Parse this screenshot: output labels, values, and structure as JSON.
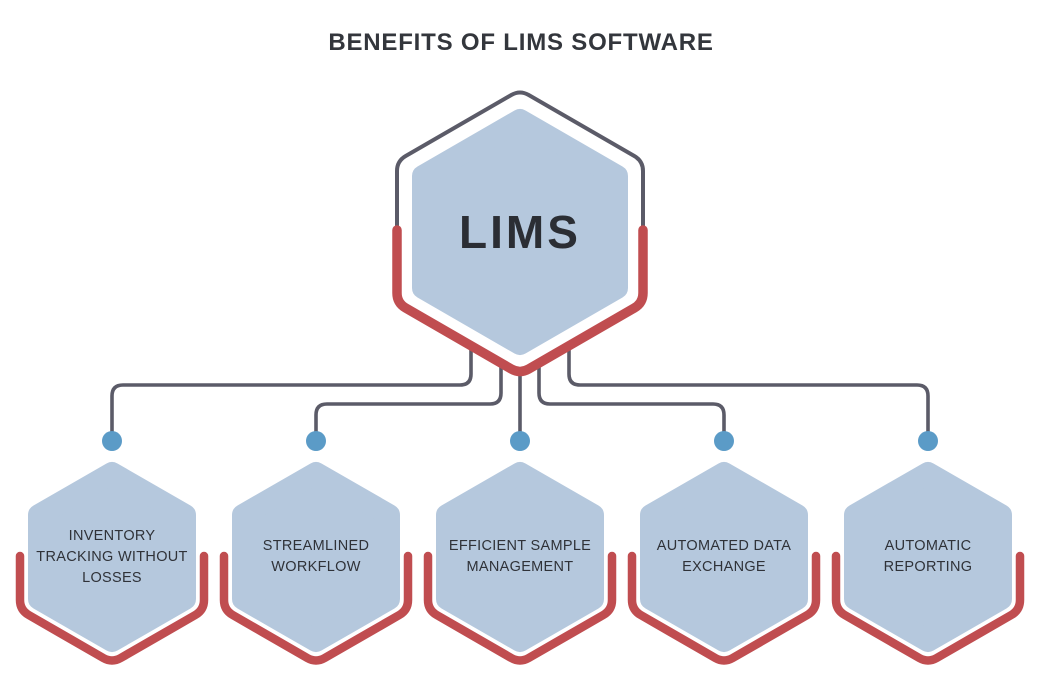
{
  "title": "BENEFITS OF LIMS SOFTWARE",
  "center_hexagon": {
    "label": "LIMS"
  },
  "benefits": [
    {
      "label": "INVENTORY TRACKING WITHOUT LOSSES"
    },
    {
      "label": "STREAMLINED WORKFLOW"
    },
    {
      "label": "EFFICIENT SAMPLE MANAGEMENT"
    },
    {
      "label": "AUTOMATED DATA EXCHANGE"
    },
    {
      "label": "AUTOMATIC REPORTING"
    }
  ],
  "colors": {
    "background": "#ffffff",
    "hexagon_fill": "#b5c8dd",
    "accent_red": "#c04d50",
    "line_gray": "#5b5b68",
    "dot_blue": "#5b9bc7",
    "title_text": "#33363c",
    "label_text": "#2f3238"
  }
}
